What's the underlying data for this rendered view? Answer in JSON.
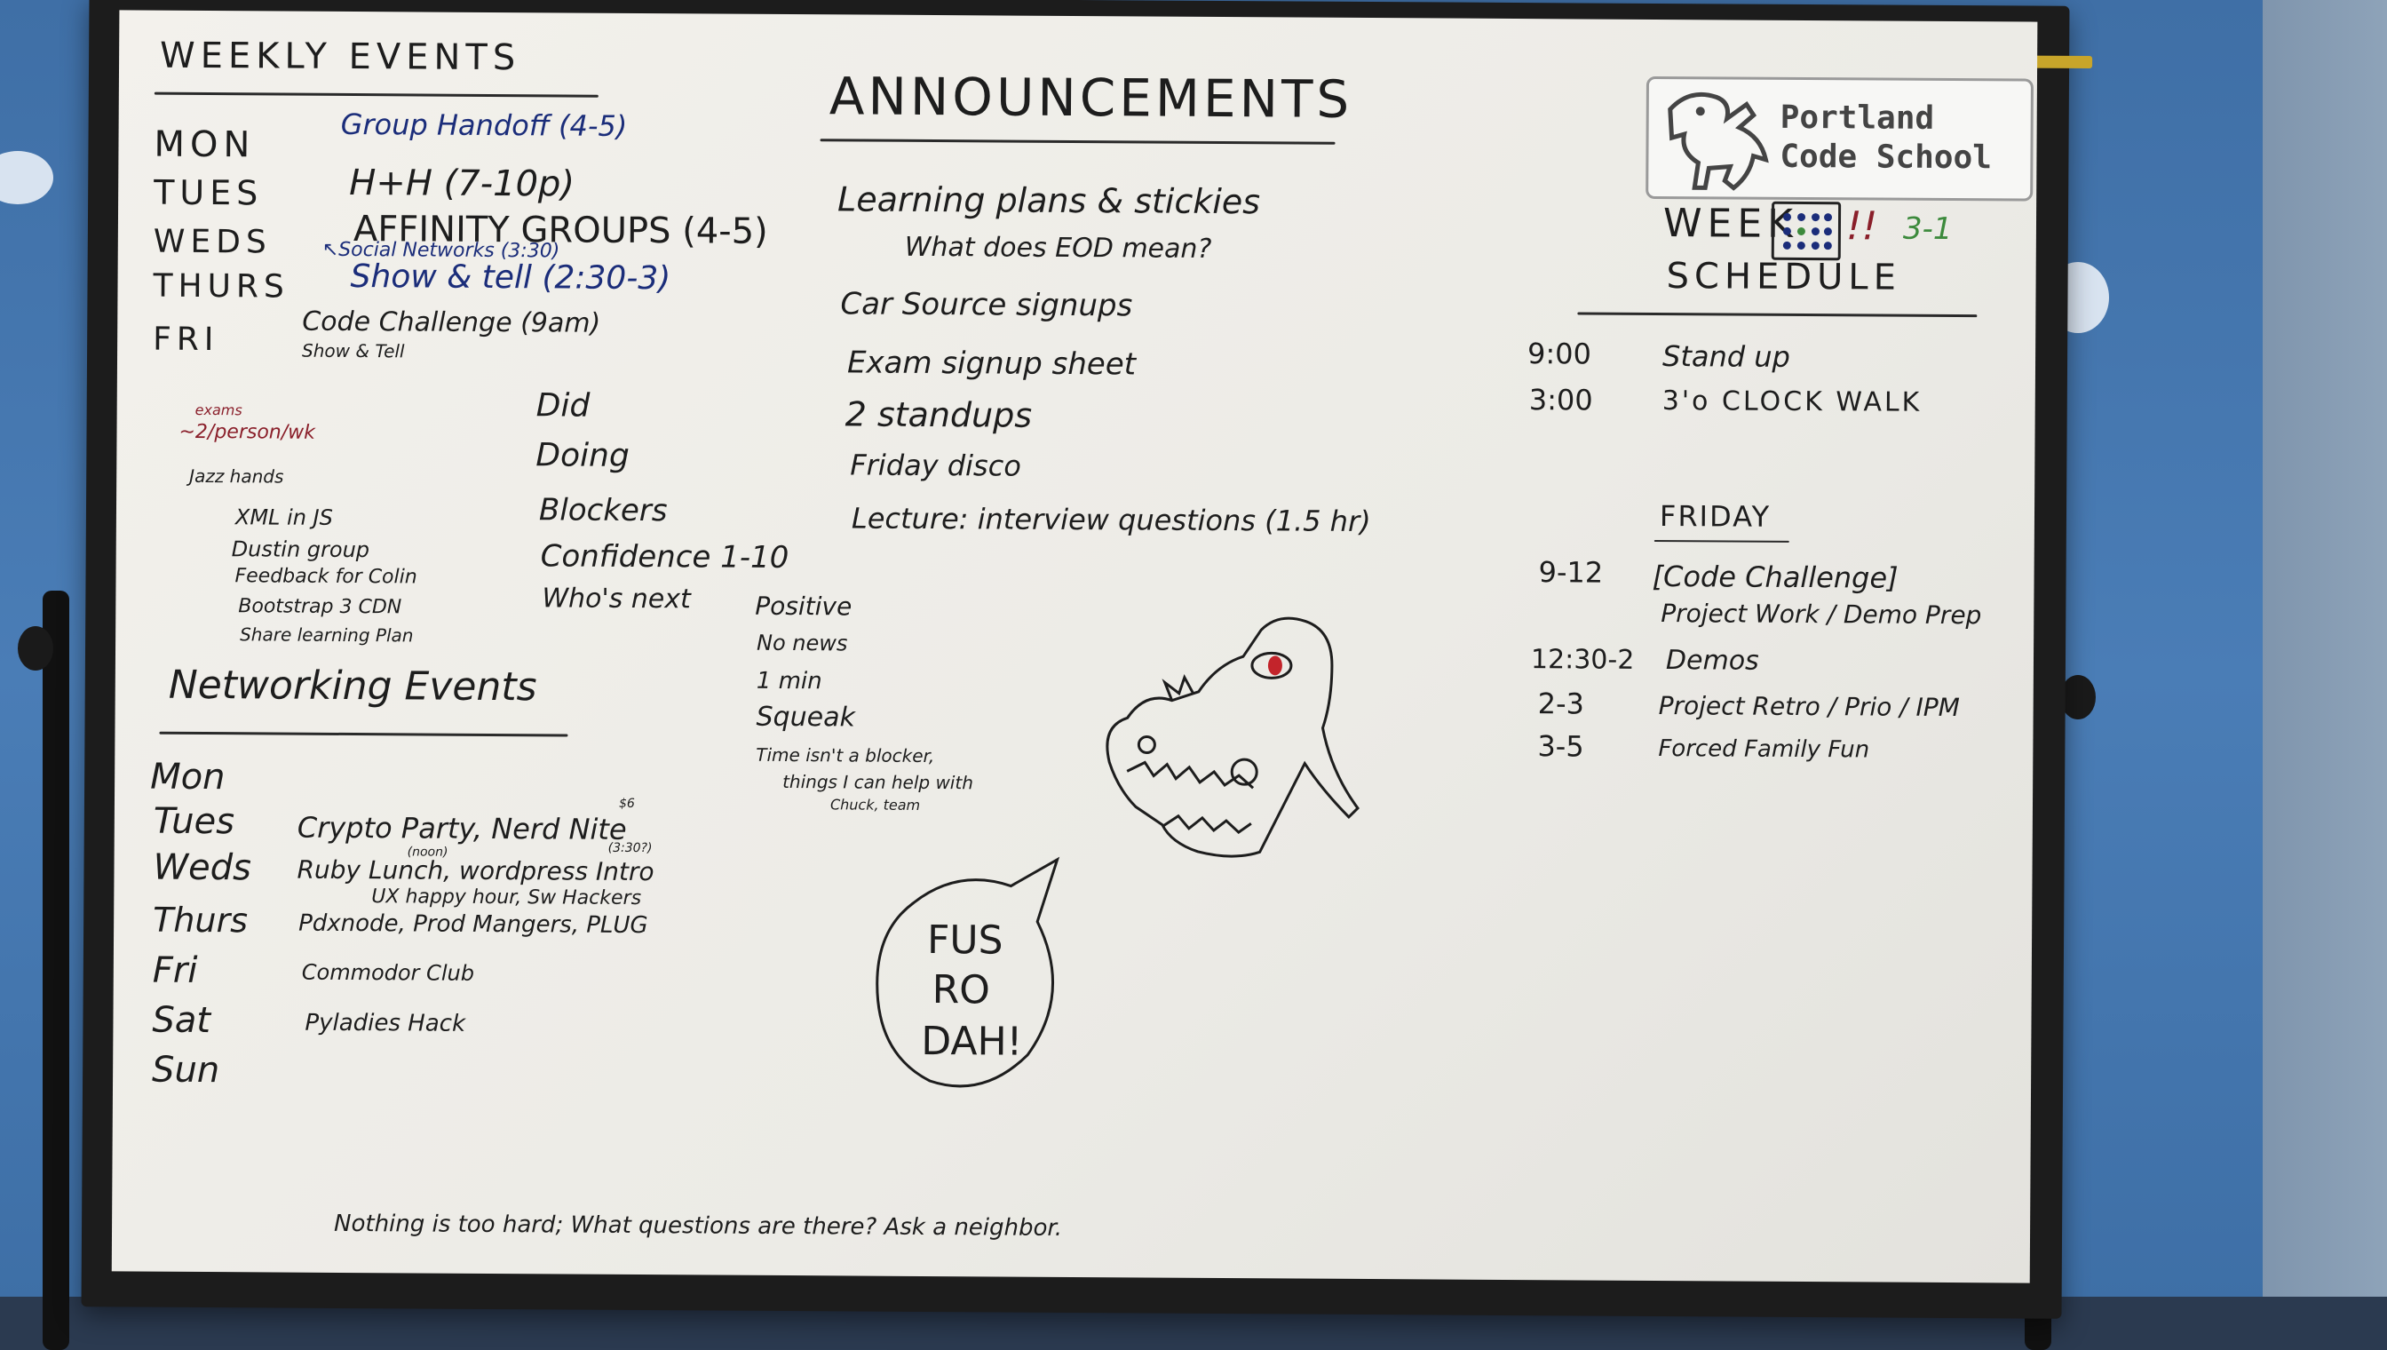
{
  "weekly_events": {
    "title": "WEEKLY EVENTS",
    "rows": [
      {
        "day": "MON",
        "text": "Group Handoff (4-5)"
      },
      {
        "day": "TUES",
        "text": "H+H (7-10p)"
      },
      {
        "day": "WEDS",
        "text": "AFFINITY GROUPS (4-5)"
      },
      {
        "day": "THURS",
        "text": "Show & tell (2:30-3)"
      },
      {
        "day": "FRI",
        "text": "Code Challenge (9am)"
      }
    ],
    "weds_note": "↖Social Networks (3:30)",
    "fri_note": "Show & Tell"
  },
  "standup_notes": {
    "small": [
      "exams",
      "~2/person/wk",
      "Jazz hands"
    ],
    "items": [
      "XML in JS",
      "Dustin group",
      "Feedback for Colin",
      "Bootstrap 3 CDN",
      "Share learning Plan"
    ]
  },
  "standup_format": [
    "Did",
    "Doing",
    "Blockers",
    "Confidence 1-10",
    "Who's next"
  ],
  "standup_rules": [
    "Positive",
    "No news",
    "1 min",
    "Squeak",
    "Time isn't a blocker,",
    "things I can help with",
    "Chuck, team"
  ],
  "networking": {
    "title": "Networking Events",
    "rows": [
      {
        "day": "Mon",
        "text": ""
      },
      {
        "day": "Tues",
        "text": "Crypto Party, Nerd Nite"
      },
      {
        "day": "Weds",
        "text": "Ruby Lunch, wordpress Intro"
      },
      {
        "day": "Thurs",
        "text": "Pdxnode, Prod Mangers, PLUG"
      },
      {
        "day": "Fri",
        "text": "Commodor Club"
      },
      {
        "day": "Sat",
        "text": "Pyladies Hack"
      },
      {
        "day": "Sun",
        "text": ""
      }
    ],
    "weds_sub": "UX happy hour, Sw Hackers",
    "tues_sup": "$6",
    "weds_sup": "(noon)",
    "weds_sup2": "(3:30?)"
  },
  "announcements": {
    "title": "ANNOUNCEMENTS",
    "items": [
      "Learning plans & stickies",
      "What does EOD mean?",
      "Car Source signups",
      "Exam signup sheet",
      "2 standups",
      "Friday disco",
      "Lecture: interview questions (1.5 hr)"
    ]
  },
  "logo": {
    "line1": "Portland",
    "line2": "Code School"
  },
  "schedule": {
    "week_label": "WEEK",
    "exclaim": "!!",
    "week_num": "3-1",
    "title": "SCHEDULE",
    "items": [
      {
        "time": "9:00",
        "text": "Stand up"
      },
      {
        "time": "3:00",
        "text": "3'o CLOCK WALK"
      }
    ],
    "friday_title": "FRIDAY",
    "friday": [
      {
        "time": "9-12",
        "text": "[Code Challenge]"
      },
      {
        "time": "",
        "text": "Project Work / Demo Prep"
      },
      {
        "time": "12:30-2",
        "text": "Demos"
      },
      {
        "time": "2-3",
        "text": "Project Retro / Prio / IPM"
      },
      {
        "time": "3-5",
        "text": "Forced Family Fun"
      }
    ]
  },
  "speech_bubble": [
    "FUS",
    "RO",
    "DAH!"
  ],
  "footer": "Nothing is too hard; What questions are there? Ask a neighbor.",
  "colors": {
    "board": "#eceae4",
    "frame": "#1c1c1c",
    "marker_blue": "#1b2d7a",
    "marker_black": "#1d1d1d",
    "marker_red": "#8a1f2a",
    "wall": "#4a7db6"
  }
}
